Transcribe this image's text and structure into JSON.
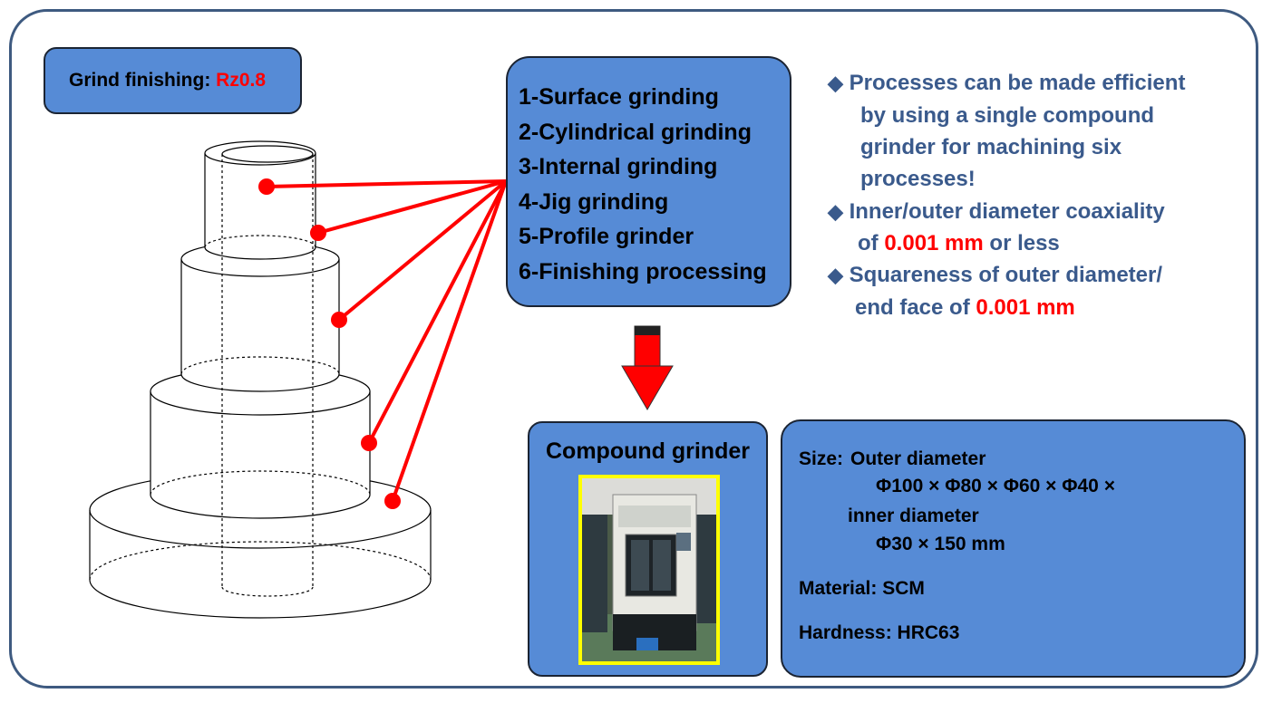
{
  "grind_box": {
    "label": "Grind finishing: ",
    "value": "Rz0.8"
  },
  "processes": [
    "1-Surface grinding",
    "2-Cylindrical grinding",
    "3-Internal grinding",
    "4-Jig grinding",
    "5-Profile grinder",
    "6-Finishing processing"
  ],
  "bullets": {
    "b1_line1": "Processes can be made efficient",
    "b1_line2": "by using a single compound",
    "b1_line3": "grinder for machining six",
    "b1_line4": "processes!",
    "b2_line1": "Inner/outer diameter coaxiality",
    "b2_line2_pre": "of ",
    "b2_line2_value": "0.001 mm",
    "b2_line2_post": " or less",
    "b3_line1": "Squareness of outer diameter/",
    "b3_line2_pre": "end face of ",
    "b3_line2_value": "0.001 mm"
  },
  "compound": {
    "title": "Compound grinder"
  },
  "specs": {
    "size_label": "Size:",
    "size_line1": "Outer diameter",
    "size_line2": "Φ100 × Φ80 × Φ60 × Φ40 ×",
    "size_line3": "inner diameter",
    "size_line4": "Φ30 × 150 mm",
    "material": "Material: SCM",
    "hardness": "Hardness: HRC63"
  },
  "colors": {
    "box_fill": "#568bd6",
    "frame": "#3e5a80",
    "highlight": "#ff0000",
    "bullet_text": "#3a5a8c",
    "photo_border": "#ffff00"
  },
  "icons": {
    "bullet": "diamond-icon",
    "arrow": "down-arrow-icon"
  }
}
